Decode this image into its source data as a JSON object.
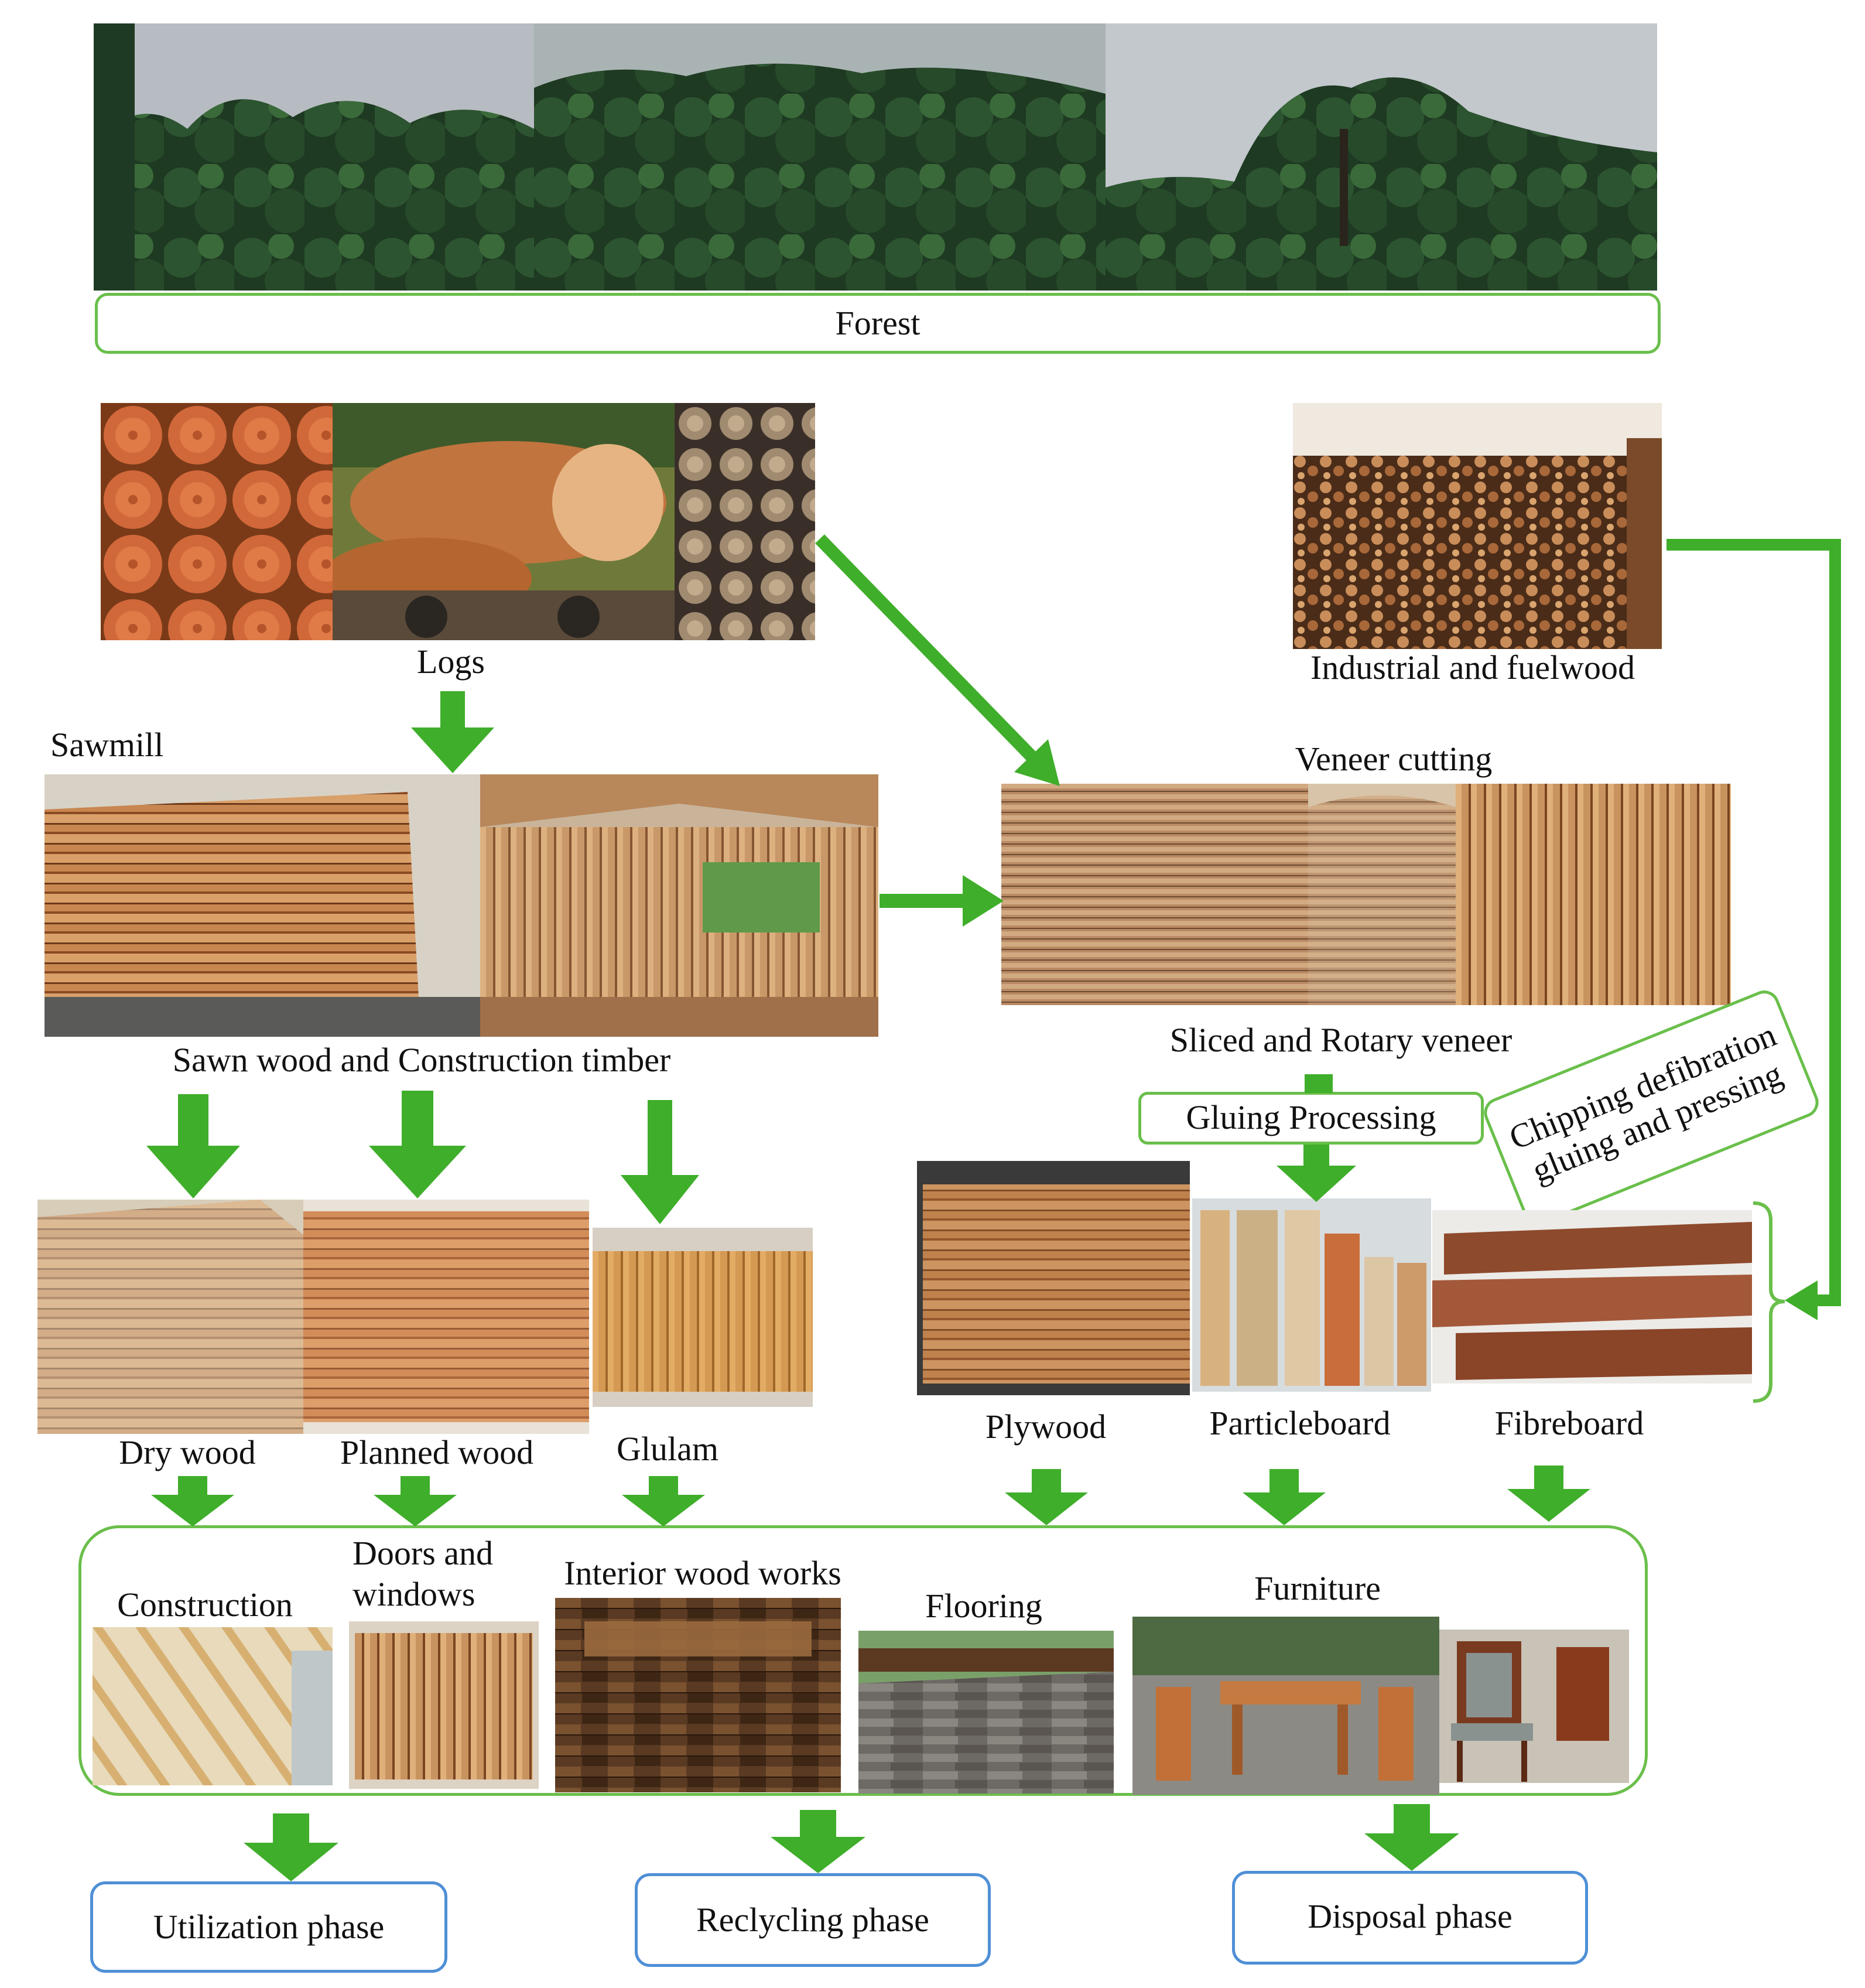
{
  "colors": {
    "arrow_green": "#3fae2a",
    "box_green": "#6abf4b",
    "box_blue": "#4f8fd6",
    "wood_light": "#d9a06a",
    "wood_dark": "#8a4a22",
    "forest_dark": "#1e3a22",
    "sky": "#b7bcc2"
  },
  "forest": {
    "label": "Forest"
  },
  "logs": {
    "label": "Logs"
  },
  "fuelwood": {
    "label": "Industrial and fuelwood"
  },
  "sawmill": {
    "label": "Sawmill"
  },
  "veneer_cutting": {
    "label": "Veneer cutting"
  },
  "sawn_wood": {
    "label": "Sawn wood and Construction timber"
  },
  "veneer": {
    "label": "Sliced and Rotary veneer"
  },
  "gluing": {
    "label": "Gluing Processing"
  },
  "chipping": {
    "line1": "Chipping defibration",
    "line2": "gluing and pressing"
  },
  "products": {
    "dry_wood": "Dry wood",
    "planned_wood": "Planned wood",
    "glulam": "Glulam",
    "plywood": "Plywood",
    "particleboard": "Particleboard",
    "fibreboard": "Fibreboard"
  },
  "uses": {
    "construction": "Construction",
    "doors_line1": "Doors and",
    "doors_line2": "windows",
    "interior": "Interior wood works",
    "flooring": "Flooring",
    "furniture": "Furniture"
  },
  "phases": {
    "utilization": "Utilization phase",
    "recycling": "Reclycling phase",
    "disposal": "Disposal phase"
  }
}
